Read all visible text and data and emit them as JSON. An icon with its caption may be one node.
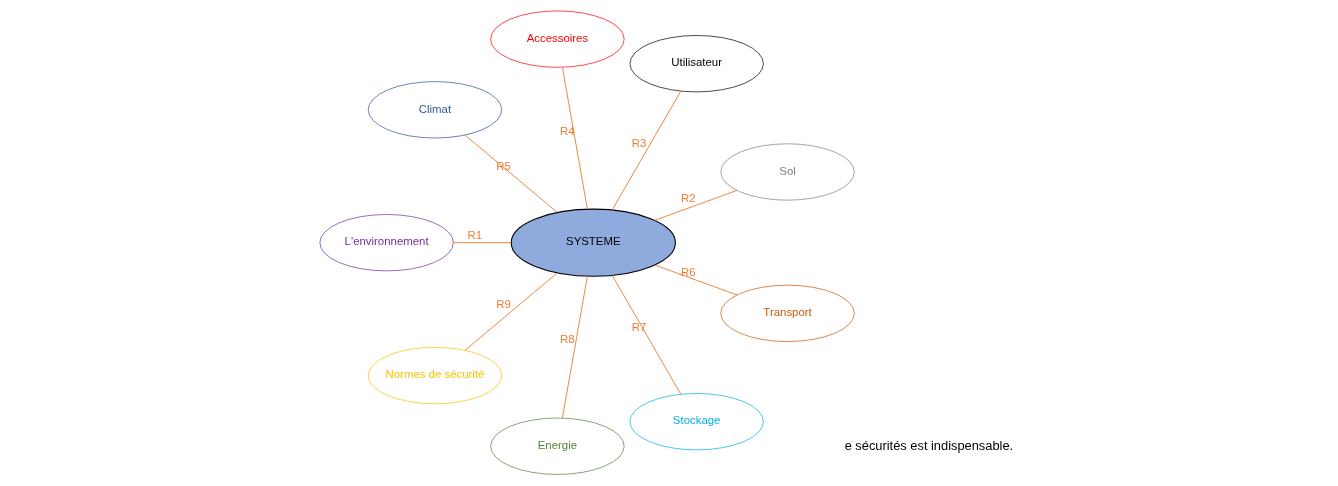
{
  "diagram": {
    "nodes": [
      {
        "text": [
          "Sol"
        ]
      },
      {
        "text": [
          "Utilisateur"
        ]
      },
      {
        "text": [
          "Accessoires"
        ]
      },
      {
        "text": [
          "Climat"
        ]
      },
      {
        "text": [
          "SYSTEME"
        ]
      },
      {
        "text": [
          "L'environnement"
        ]
      },
      {
        "text": [
          "Normes de sécurité"
        ]
      },
      {
        "text": [
          "Energie"
        ]
      },
      {
        "text": [
          "Stockage"
        ]
      },
      {
        "text": [
          "Transport"
        ]
      }
    ],
    "edges": [
      {
        "from": 4,
        "to": 5,
        "arrow": "none",
        "label": "R1"
      },
      {
        "from": 4,
        "to": 0,
        "arrow": "none",
        "label": "R2"
      },
      {
        "from": 4,
        "to": 1,
        "arrow": "none",
        "label": "R3"
      },
      {
        "from": 4,
        "to": 2,
        "arrow": "none",
        "label": "R4"
      },
      {
        "from": 4,
        "to": 3,
        "arrow": "none",
        "label": "R5"
      },
      {
        "from": 4,
        "to": 9,
        "arrow": "none",
        "label": "R6"
      },
      {
        "from": 4,
        "to": 8,
        "arrow": "none",
        "label": "R7"
      },
      {
        "from": 4,
        "to": 7,
        "arrow": "none",
        "label": "R8"
      },
      {
        "from": 4,
        "to": 6,
        "arrow": "none",
        "label": "R9"
      }
    ],
    "labels": [
      "e sécurités est indispensable."
    ]
  }
}
